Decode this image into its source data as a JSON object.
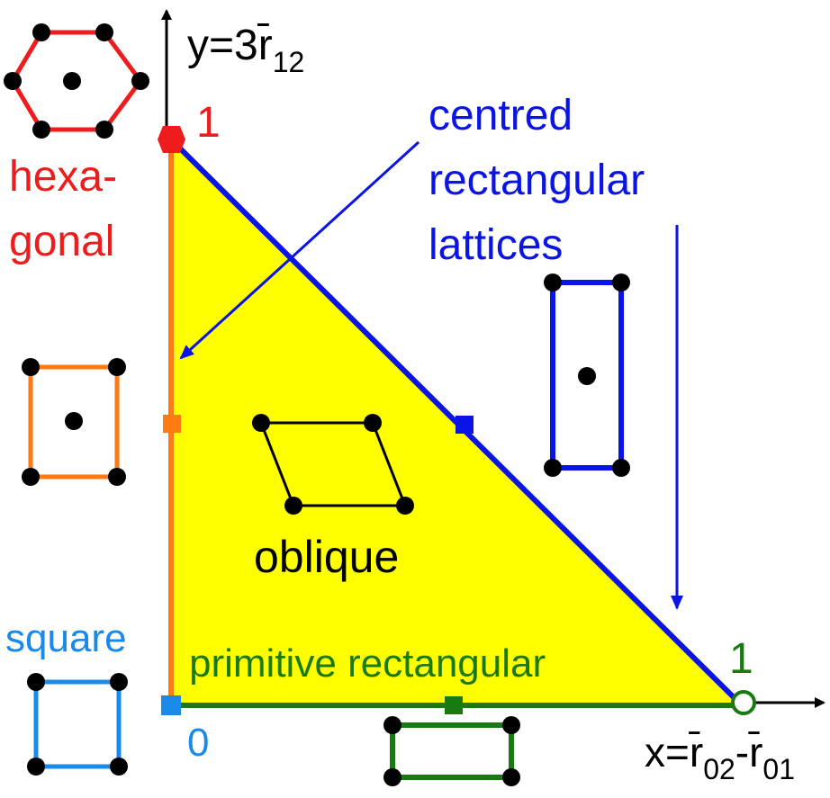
{
  "colors": {
    "hexagonal": "#ee1c1c",
    "centred": "#0a14e6",
    "primitive": "#1a7a12",
    "square": "#1a8ae8",
    "boundary_orange": "#ff7a10",
    "region_fill": "#ffff00",
    "ink": "#000000"
  },
  "axes": {
    "y_label": "y=3r̄",
    "y_sub": "12",
    "x_label": "x=r̄",
    "x_sub1": "02",
    "x_mid": "-r̄",
    "x_sub2": "01",
    "y_tick": "1",
    "x_tick": "1",
    "origin": "0"
  },
  "labels": {
    "hex_line1": "hexa-",
    "hex_line2": "gonal",
    "centred_line1": "centred",
    "centred_line2": "rectangular",
    "centred_line3": "lattices",
    "oblique": "oblique",
    "square": "square",
    "primitive": "primitive rectangular"
  },
  "icons": {
    "hexagonal": "hexagon-lattice-icon",
    "centred_tall": "centred-rectangle-lattice-icon",
    "centred_orange": "centred-rectangle-lattice-icon",
    "oblique": "parallelogram-lattice-icon",
    "square": "square-lattice-icon",
    "primitive": "rectangle-lattice-icon"
  }
}
